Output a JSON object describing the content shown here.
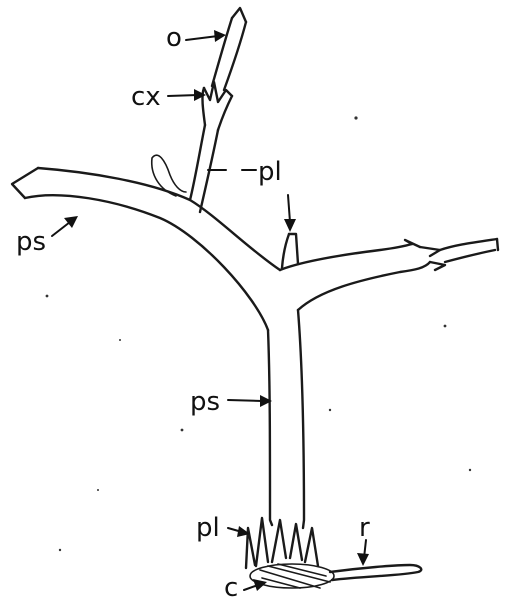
{
  "labels": {
    "o": "o",
    "cx": "cx",
    "pl_upper": "pl",
    "ps_left": "ps",
    "ps_trunk": "ps",
    "pl_base": "pl",
    "r": "r",
    "c": "c"
  }
}
